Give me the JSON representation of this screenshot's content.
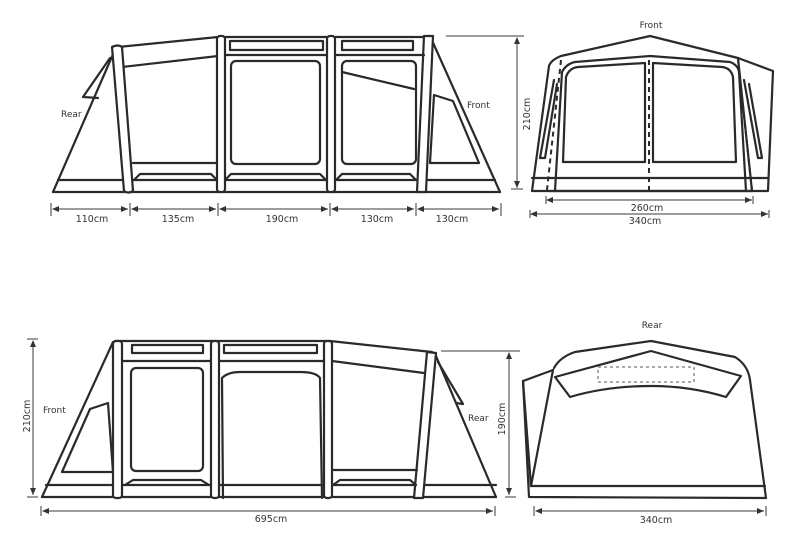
{
  "diagram": {
    "views": [
      {
        "id": "side-view-top",
        "labels": {
          "left": "Rear",
          "right": "Front"
        },
        "segments": [
          "110cm",
          "135cm",
          "190cm",
          "130cm",
          "130cm"
        ],
        "height": "210cm"
      },
      {
        "id": "end-view-front",
        "title": "Front",
        "inner_width": "260cm",
        "outer_width": "340cm"
      },
      {
        "id": "side-view-bottom",
        "labels": {
          "left": "Front",
          "right": "Rear"
        },
        "height_left": "210cm",
        "height_right": "190cm",
        "total_length": "695cm"
      },
      {
        "id": "end-view-rear",
        "title": "Rear",
        "width": "340cm"
      }
    ]
  }
}
